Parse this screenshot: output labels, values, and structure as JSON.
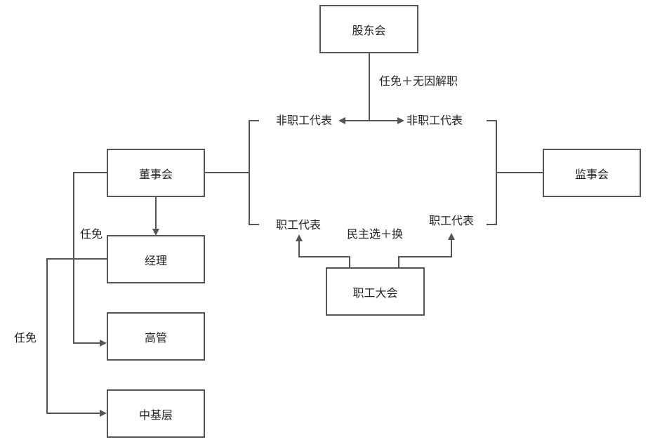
{
  "nodes": {
    "shareholders": "股东会",
    "board": "董事会",
    "supervisors": "监事会",
    "manager": "经理",
    "executives": "高管",
    "middle": "中基层",
    "workers_congress": "职工大会"
  },
  "labels": {
    "appoint_remove_dismiss": "任免＋无因解职",
    "non_employee_rep_left": "非职工代表",
    "non_employee_rep_right": "非职工代表",
    "employee_rep_left": "职工代表",
    "employee_rep_right": "职工代表",
    "democratic_election": "民主选＋换",
    "appoint_board": "任免",
    "appoint_manager": "任免"
  },
  "colors": {
    "line": "#555555",
    "border": "#555555",
    "text": "#222222"
  }
}
